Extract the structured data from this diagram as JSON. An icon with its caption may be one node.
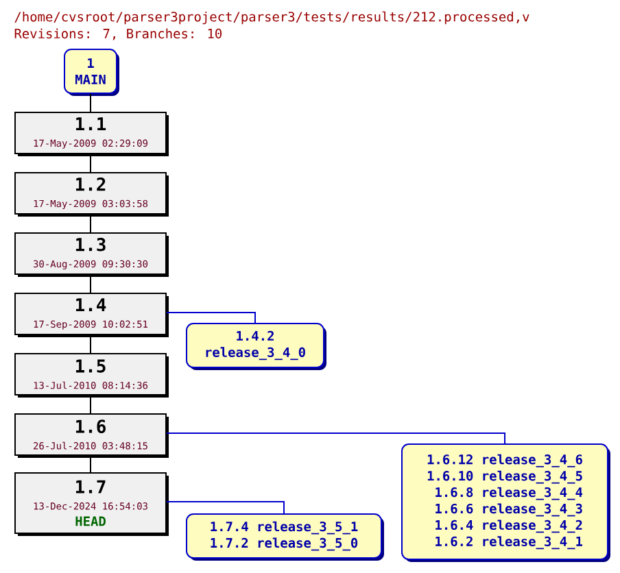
{
  "diagram": {
    "title": "/home/cvsroot/parser3project/parser3/tests/results/212.processed,v",
    "labels": [
      "Revisions: 7, Branches: 10"
    ],
    "nodes": [
      {
        "text": [
          "1",
          "MAIN"
        ]
      },
      {
        "text": [
          "1.1",
          "17-May-2009 02:29:09"
        ]
      },
      {
        "text": [
          "1.2",
          "17-May-2009 03:03:58"
        ]
      },
      {
        "text": [
          "1.3",
          "30-Aug-2009 09:30:30"
        ]
      },
      {
        "text": [
          "1.4",
          "17-Sep-2009 10:02:51"
        ]
      },
      {
        "text": [
          "1.5",
          "13-Jul-2010 08:14:36"
        ]
      },
      {
        "text": [
          "1.6",
          "26-Jul-2010 03:48:15"
        ]
      },
      {
        "text": [
          "1.7",
          "13-Dec-2024 16:54:03",
          "HEAD"
        ]
      },
      {
        "text": [
          "1.4.2",
          "release_3_4_0"
        ]
      },
      {
        "text": [
          "1.6.12 release_3_4_6",
          "1.6.10 release_3_4_5",
          "1.6.8 release_3_4_4",
          "1.6.6 release_3_4_3",
          "1.6.4 release_3_4_2",
          "1.6.2 release_3_4_1"
        ]
      },
      {
        "text": [
          "1.7.4 release_3_5_1",
          "1.7.2 release_3_5_0"
        ]
      }
    ],
    "edges": [
      {
        "from": 0,
        "to": 1,
        "arrow": "none"
      },
      {
        "from": 1,
        "to": 2,
        "arrow": "none"
      },
      {
        "from": 2,
        "to": 3,
        "arrow": "none"
      },
      {
        "from": 3,
        "to": 4,
        "arrow": "none"
      },
      {
        "from": 4,
        "to": 5,
        "arrow": "none"
      },
      {
        "from": 5,
        "to": 6,
        "arrow": "none"
      },
      {
        "from": 6,
        "to": 7,
        "arrow": "none"
      },
      {
        "from": 4,
        "to": 8,
        "arrow": "none",
        "color": "#0000cc"
      },
      {
        "from": 6,
        "to": 9,
        "arrow": "none",
        "color": "#0000cc"
      },
      {
        "from": 7,
        "to": 10,
        "arrow": "none",
        "color": "#0000cc"
      }
    ]
  }
}
